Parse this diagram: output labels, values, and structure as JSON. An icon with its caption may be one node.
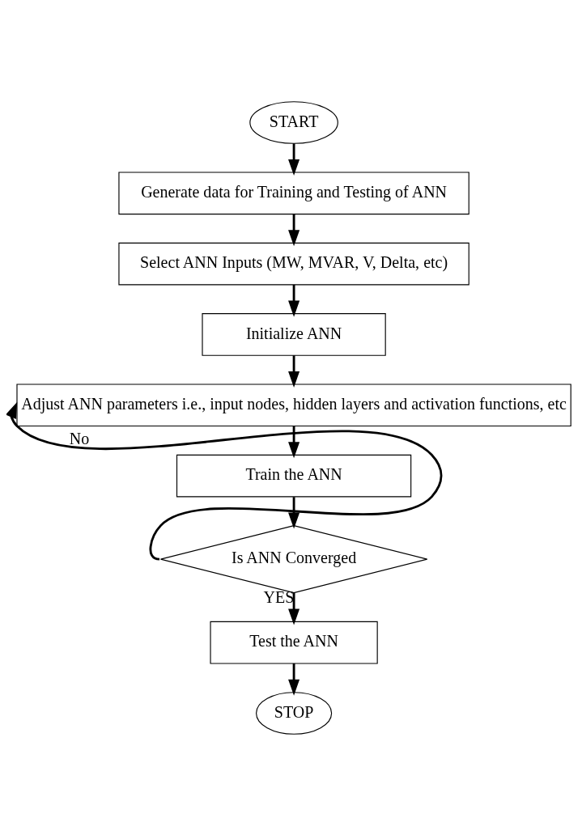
{
  "diagram": {
    "nodes": [
      {
        "text": [
          "START"
        ]
      },
      {
        "text": [
          "Generate data for Training and Testing of ANN"
        ]
      },
      {
        "text": [
          "Select ANN Inputs (MW, MVAR, V, Delta, etc)"
        ]
      },
      {
        "text": [
          "Initialize ANN"
        ]
      },
      {
        "text": [
          "Adjust ANN parameters i.e., input nodes, hidden layers and activation functions, etc"
        ]
      },
      {
        "text": [
          "Train the ANN"
        ]
      },
      {
        "text": [
          "Is ANN Converged"
        ]
      },
      {
        "text": [
          "Test the ANN"
        ]
      },
      {
        "text": [
          "STOP"
        ]
      }
    ],
    "edges": [
      {
        "from": 0,
        "to": 1,
        "arrow": "to"
      },
      {
        "from": 1,
        "to": 2,
        "arrow": "to"
      },
      {
        "from": 2,
        "to": 3,
        "arrow": "to"
      },
      {
        "from": 3,
        "to": 4,
        "arrow": "to"
      },
      {
        "from": 4,
        "to": 5,
        "arrow": "to"
      },
      {
        "from": 5,
        "to": 6,
        "arrow": "to"
      },
      {
        "from": 6,
        "to": 4,
        "arrow": "to",
        "label": "No"
      },
      {
        "from": 6,
        "to": 7,
        "arrow": "to",
        "label": "YES"
      },
      {
        "from": 7,
        "to": 8,
        "arrow": "to"
      }
    ]
  }
}
